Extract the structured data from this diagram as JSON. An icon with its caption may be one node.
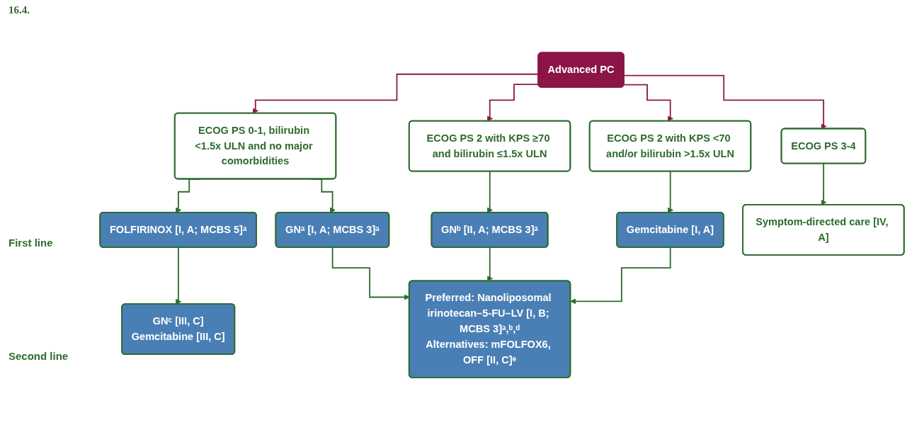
{
  "diagram": {
    "nodes": [
      {
        "text": [
          "Advanced PC"
        ]
      },
      {
        "text": [
          "ECOG PS 0-1, bilirubin <1.5x ULN and no major comorbidities"
        ]
      },
      {
        "text": [
          "ECOG PS 2 with KPS ≥70 and bilirubin ≤1.5x ULN"
        ]
      },
      {
        "text": [
          "ECOG PS 2 with KPS <70 and/or bilirubin >1.5x ULN"
        ]
      },
      {
        "text": [
          "ECOG PS 3-4"
        ]
      },
      {
        "text": [
          "FOLFIRINOX [I, A; MCBS 5]ᵃ"
        ]
      },
      {
        "text": [
          "GNᵃ [I, A; MCBS 3]ᵃ"
        ]
      },
      {
        "text": [
          "GNᵇ [II, A; MCBS 3]ᵃ"
        ]
      },
      {
        "text": [
          "Gemcitabine [I, A]"
        ]
      },
      {
        "text": [
          "Symptom-directed care [IV, A]"
        ]
      },
      {
        "text": [
          "GNᶜ [III, C]",
          "Gemcitabine [III, C]"
        ]
      },
      {
        "text": [
          "Preferred: Nanoliposomal irinotecan–5-FU–LV [I, B; MCBS 3]ᵃ,ᵇ,ᵈ",
          "Alternatives: mFOLFOX6, OFF [II, C]ᵉ"
        ]
      }
    ],
    "edges": [
      {
        "from": 0,
        "to": 1,
        "arrow": "to",
        "color": "#8b1a4a"
      },
      {
        "from": 0,
        "to": 2,
        "arrow": "to",
        "color": "#8b1a4a"
      },
      {
        "from": 0,
        "to": 3,
        "arrow": "to",
        "color": "#8b1a4a"
      },
      {
        "from": 0,
        "to": 4,
        "arrow": "to",
        "color": "#8b1a4a"
      },
      {
        "from": 1,
        "to": 5,
        "arrow": "to"
      },
      {
        "from": 1,
        "to": 6,
        "arrow": "to"
      },
      {
        "from": 2,
        "to": 7,
        "arrow": "to"
      },
      {
        "from": 3,
        "to": 8,
        "arrow": "to"
      },
      {
        "from": 4,
        "to": 9,
        "arrow": "to"
      },
      {
        "from": 5,
        "to": 10,
        "arrow": "to"
      },
      {
        "from": 6,
        "to": 11,
        "arrow": "to"
      },
      {
        "from": 7,
        "to": 11,
        "arrow": "to"
      },
      {
        "from": 8,
        "to": 11,
        "arrow": "to"
      }
    ],
    "labels": [
      "16.4.",
      "First line",
      "Second line"
    ]
  }
}
